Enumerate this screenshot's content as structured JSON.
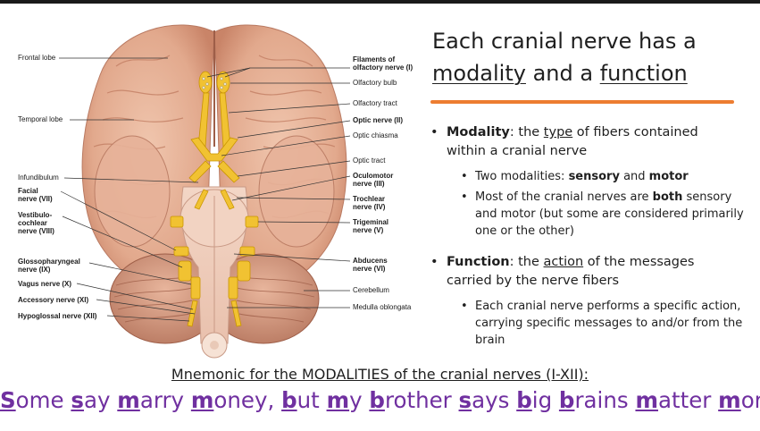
{
  "slide": {
    "title_line1": "Each cranial nerve has a",
    "title_word1": "modality",
    "title_and": " and a ",
    "title_word2": "function",
    "bullet_modality": {
      "term": "Modality",
      "pre": ": the ",
      "keyword": "type",
      "post": " of fibers contained within a cranial nerve",
      "subs": {
        "one": {
          "pre": "Two modalities: ",
          "b1": "sensory",
          "mid": " and ",
          "b2": "motor"
        },
        "two": {
          "pre": "Most of the cranial nerves are ",
          "b1": "both",
          "post": " sensory and motor (but some are considered primarily one or the other)"
        }
      }
    },
    "bullet_function": {
      "term": "Function",
      "pre": ": the ",
      "keyword": "action",
      "post": " of the messages carried by the nerve fibers",
      "sub": "Each cranial nerve performs a specific action, carrying specific messages to and/or from the brain"
    },
    "mnemonic_heading": "Mnemonic for the MODALITIES of the cranial nerves (I-XII):",
    "mnemonic_words": [
      {
        "first": "S",
        "rest": "ome"
      },
      {
        "first": "s",
        "rest": "ay"
      },
      {
        "first": "m",
        "rest": "arry"
      },
      {
        "first": "m",
        "rest": "oney,"
      },
      {
        "first": "b",
        "rest": "ut"
      },
      {
        "first": "m",
        "rest": "y"
      },
      {
        "first": "b",
        "rest": "rother"
      },
      {
        "first": "s",
        "rest": "ays"
      },
      {
        "first": "b",
        "rest": "ig"
      },
      {
        "first": "b",
        "rest": "rains"
      },
      {
        "first": "m",
        "rest": "atter"
      },
      {
        "first": "m",
        "rest": "ore"
      }
    ]
  },
  "figure": {
    "left_labels": {
      "frontal": "Frontal lobe",
      "temporal": "Temporal lobe",
      "infundibulum": "Infundibulum",
      "facial": "Facial\nnerve (VII)",
      "vestibulo": "Vestibulo-\ncochlear\nnerve (VIII)",
      "glosso": "Glossopharyngeal\nnerve (IX)",
      "vagus": "Vagus nerve (X)",
      "accessory": "Accessory nerve (XI)",
      "hypoglossal": "Hypoglossal nerve (XII)"
    },
    "right_labels": {
      "filaments": "Filaments of\nolfactory nerve (I)",
      "bulb": "Olfactory bulb",
      "tract": "Olfactory tract",
      "optic_nerve": "Optic nerve (II)",
      "chiasma": "Optic chiasma",
      "optic_tract": "Optic tract",
      "oculomotor": "Oculomotor\nnerve (III)",
      "trochlear": "Trochlear\nnerve (IV)",
      "trigeminal": "Trigeminal\nnerve (V)",
      "abducens": "Abducens\nnerve (VI)",
      "cerebellum": "Cerebellum",
      "medulla": "Medulla oblongata"
    }
  },
  "colors": {
    "accent_rule": "#ed7d31",
    "mnemonic": "#7030a0",
    "brain": "#e5b197",
    "nerve": "#f1c232"
  }
}
